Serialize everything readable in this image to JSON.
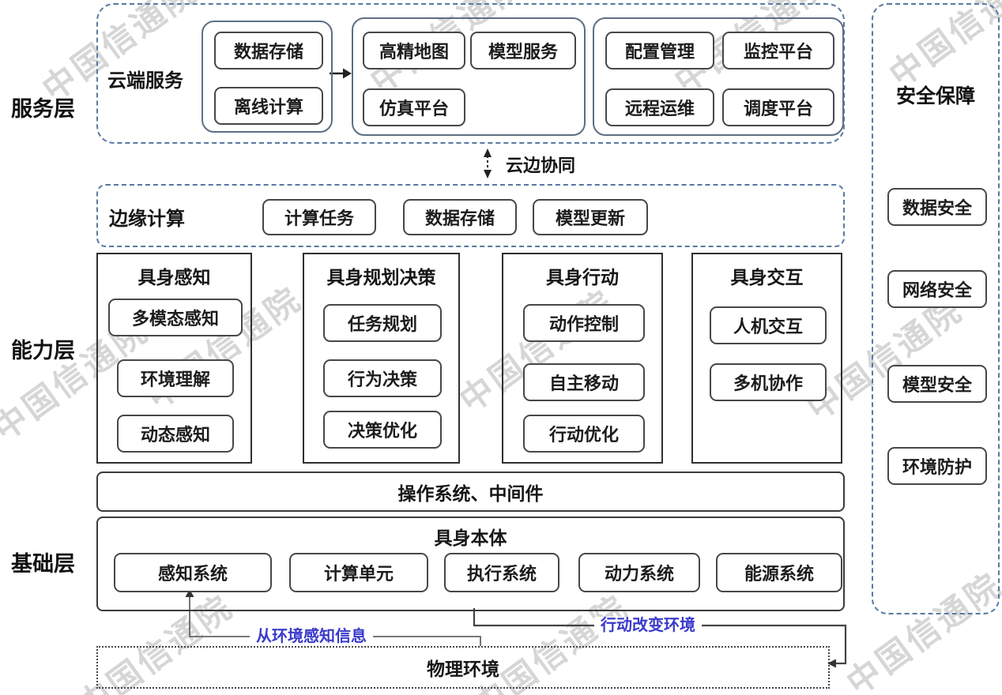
{
  "watermark": {
    "text": "中国信通院",
    "color": "#cdcdcd"
  },
  "layers": {
    "service": "服务层",
    "capability": "能力层",
    "foundation": "基础层"
  },
  "service_layer": {
    "cloud_label": "云端服务",
    "group1": [
      "数据存储",
      "离线计算"
    ],
    "group2": [
      "高精地图",
      "模型服务",
      "仿真平台"
    ],
    "group3": [
      "配置管理",
      "监控平台",
      "远程运维",
      "调度平台"
    ]
  },
  "cloud_edge": {
    "label": "云边协同"
  },
  "edge_layer": {
    "label": "边缘计算",
    "items": [
      "计算任务",
      "数据存储",
      "模型更新"
    ]
  },
  "capability_layer": {
    "columns": [
      {
        "title": "具身感知",
        "items": [
          "多模态感知",
          "环境理解",
          "动态感知"
        ]
      },
      {
        "title": "具身规划决策",
        "items": [
          "任务规划",
          "行为决策",
          "决策优化"
        ]
      },
      {
        "title": "具身行动",
        "items": [
          "动作控制",
          "自主移动",
          "行动优化"
        ]
      },
      {
        "title": "具身交互",
        "items": [
          "人机交互",
          "多机协作"
        ]
      }
    ]
  },
  "middleware": {
    "label": "操作系统、中间件"
  },
  "body_layer": {
    "title": "具身本体",
    "items": [
      "感知系统",
      "计算单元",
      "执行系统",
      "动力系统",
      "能源系统"
    ]
  },
  "security": {
    "title": "安全保障",
    "items": [
      "数据安全",
      "网络安全",
      "模型安全",
      "环境防护"
    ]
  },
  "environment": {
    "label": "物理环境"
  },
  "annotations": {
    "perceive": "从环境感知信息",
    "act": "行动改变环境"
  },
  "colors": {
    "dashed_border": "#5878a2",
    "group_border": "#5d6e84",
    "box_border": "#474747",
    "annotation_blue": "#3a3acb",
    "watermark_gray": "#cdcdcd"
  }
}
